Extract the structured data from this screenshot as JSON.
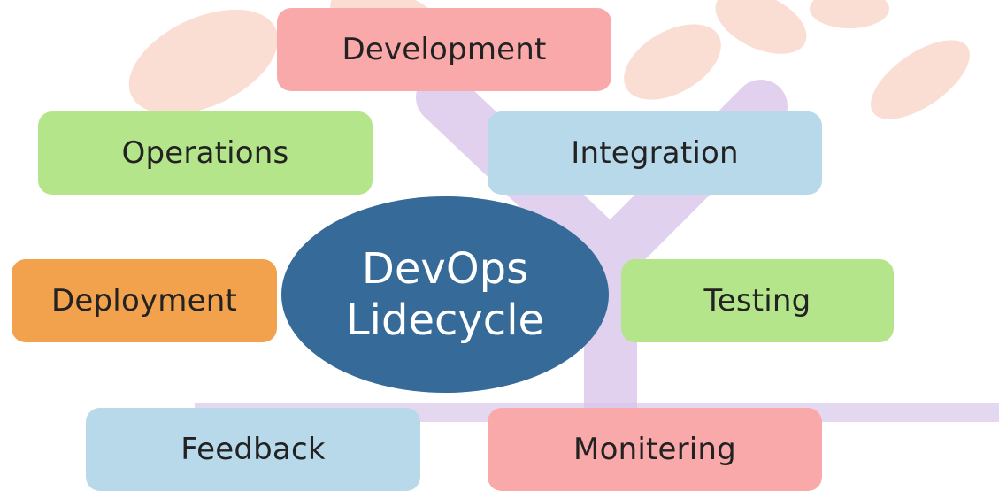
{
  "colors": {
    "pink": "#f9a9aa",
    "green": "#b4e58a",
    "blue": "#b8d9ea",
    "orange": "#f2a14d",
    "center": "#356a99",
    "watermark_purple": "#d9c6ea",
    "watermark_leaf": "#f5b8a0"
  },
  "center": {
    "line1": "DevOps",
    "line2": "Lidecycle"
  },
  "stages": {
    "development": "Development",
    "operations": "Operations",
    "integration": "Integration",
    "deployment": "Deployment",
    "testing": "Testing",
    "feedback": "Feedback",
    "monitoring": "Monitering"
  }
}
